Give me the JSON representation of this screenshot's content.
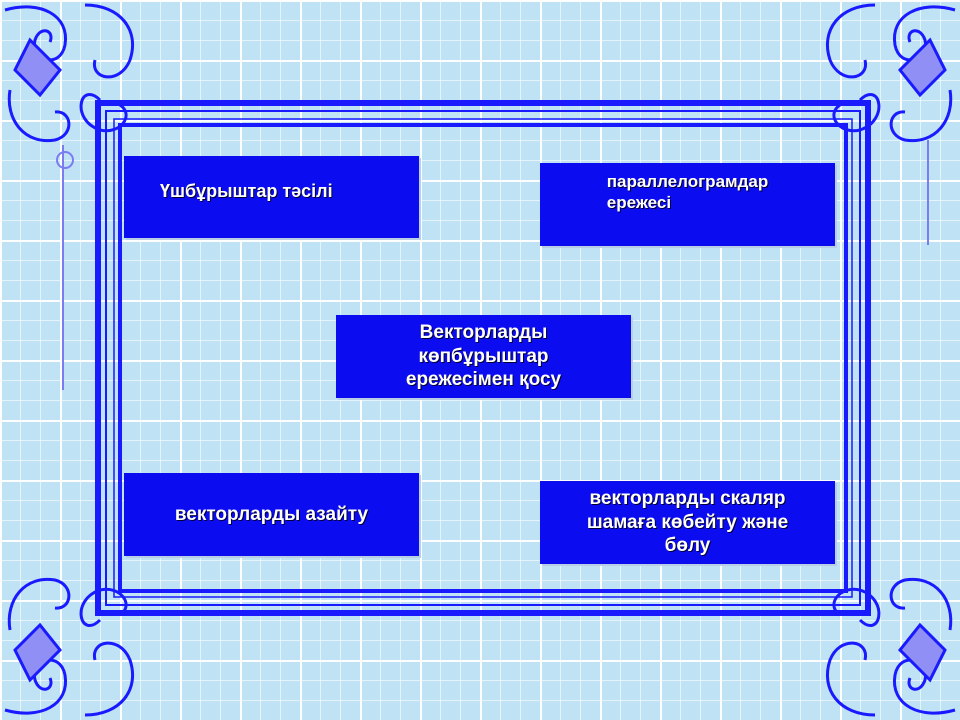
{
  "slide": {
    "boxes": {
      "top_left": "Үшбұрыштар тәсілі",
      "top_right": "параллелограмдар\nережесі",
      "center": "Векторларды\nкөпбұрыштар\nережесімен қосу",
      "bottom_left": "векторларды азайту",
      "bottom_right": "векторларды скаляр\nшамаға көбейту және\nбөлу"
    }
  },
  "colors": {
    "box_fill": "#0c0cf0",
    "frame": "#1a1aff",
    "ornament": "#7b7bf2",
    "background": "#bfe3f5"
  }
}
